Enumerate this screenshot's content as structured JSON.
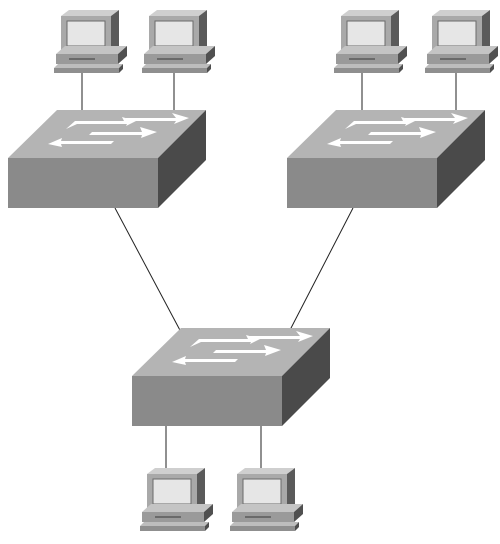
{
  "diagram": {
    "type": "network-topology",
    "nodes": [
      {
        "id": "switch-left",
        "kind": "switch"
      },
      {
        "id": "switch-right",
        "kind": "switch"
      },
      {
        "id": "switch-bottom",
        "kind": "switch"
      },
      {
        "id": "pc-1",
        "kind": "workstation"
      },
      {
        "id": "pc-2",
        "kind": "workstation"
      },
      {
        "id": "pc-3",
        "kind": "workstation"
      },
      {
        "id": "pc-4",
        "kind": "workstation"
      },
      {
        "id": "pc-5",
        "kind": "workstation"
      },
      {
        "id": "pc-6",
        "kind": "workstation"
      }
    ],
    "links": [
      {
        "from": "pc-1",
        "to": "switch-left"
      },
      {
        "from": "pc-2",
        "to": "switch-left"
      },
      {
        "from": "pc-3",
        "to": "switch-right"
      },
      {
        "from": "pc-4",
        "to": "switch-right"
      },
      {
        "from": "switch-left",
        "to": "switch-bottom"
      },
      {
        "from": "switch-right",
        "to": "switch-bottom"
      },
      {
        "from": "switch-bottom",
        "to": "pc-5"
      },
      {
        "from": "switch-bottom",
        "to": "pc-6"
      }
    ],
    "icons": {
      "switch": "switch-icon",
      "workstation": "workstation-icon"
    },
    "colors": {
      "switch_top": "#b4b4b4",
      "switch_front": "#8a8a8a",
      "switch_side": "#4a4a4a",
      "arrow": "#ffffff",
      "monitor_body": "#a9a9a9",
      "monitor_screen": "#e6e6e6",
      "link": "#222222"
    }
  }
}
